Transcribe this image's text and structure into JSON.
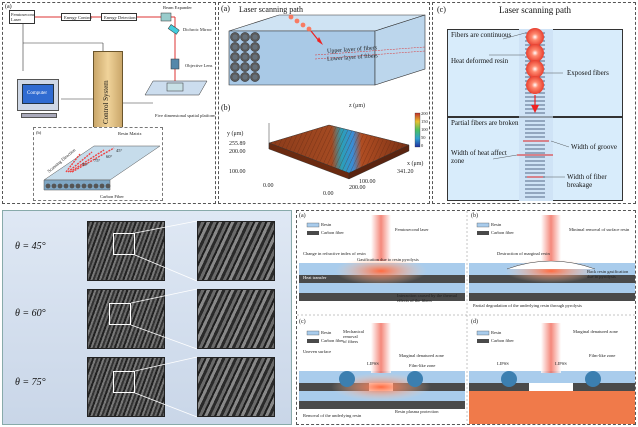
{
  "panel_a": {
    "label": "(a)",
    "femtosecond_laser": "Femtosecond Laser",
    "energy_control": "Energy Control",
    "energy_detection": "Energy Detection",
    "beam_expander": "Beam Expander",
    "dichroic_mirror": "Dichroic Mirror",
    "objective_lens": "Objective Lens",
    "control_system": "Control System",
    "computer": "Computer",
    "platform": "Five dimensional spatial platform",
    "inset_label": "(b)",
    "resin_matrix": "Resin Matrix",
    "scanning_direction": "Scanning Direction",
    "carbon_fiber": "Carbon Fiber",
    "angles": [
      "45°",
      "60°",
      "75°",
      "90°"
    ]
  },
  "panel_b": {
    "label_a": "(a)",
    "label_b": "(b)",
    "laser_path": "Laser scanning path",
    "upper_layer": "Upper layer of fibers",
    "lower_layer": "Lower layer of fibers",
    "y_axis": "y (μm)",
    "x_axis": "x (μm)",
    "z_axis": "z (μm)",
    "y_ticks": [
      "255.89",
      "200.00",
      "100.00",
      "0.00"
    ],
    "x_ticks": [
      "0.00",
      "100.00",
      "200.00",
      "341.20"
    ],
    "colorbar": [
      "200",
      "150",
      "100",
      "50",
      "0"
    ]
  },
  "panel_c": {
    "label": "(c)",
    "title": "Laser scanning path",
    "fibers_continuous": "Fibers are continuous",
    "heat_deformed": "Heat deformed resin",
    "exposed_fibers": "Exposed fibers",
    "partial_broken": "Partial fibers are broken",
    "width_groove": "Width of groove",
    "width_heat": "Width of heat affect zone",
    "width_breakage": "Width of fiber breakage"
  },
  "panel_sem": {
    "thetas": [
      "θ = 45°",
      "θ = 60°",
      "θ = 75°"
    ]
  },
  "panel_d": {
    "labels": [
      "(a)",
      "(b)",
      "(c)",
      "(d)"
    ],
    "resin": "Resin",
    "carbon_fiber": "Carbon fiber",
    "femtosecond_laser": "Femtosecond laser",
    "refractive_change": "Change in refractive index of resin",
    "gasification": "Gasification due to resin pyrolysis",
    "heat_transfer": "Heat transfer",
    "interaction_zone": "Interaction caused by the thermal effects of the fibers",
    "destruction": "Destruction of marginal resin",
    "minimal_removal": "Minimal removal of surface resin",
    "back_resin": "Back resin gasification due to pyrolysis",
    "partial_degradation": "Partial degradation of the underlying resin through pyrolysis",
    "marginal_zone": "Marginal denatured zone",
    "lipss": "LIPSS",
    "film_like": "Film-like zone",
    "mechanical": "Mechanical removal of fibers",
    "uneven": "Uneven surface",
    "removal_under": "Removal of the underlying resin",
    "resin_plasma": "Resin plasma protection"
  }
}
